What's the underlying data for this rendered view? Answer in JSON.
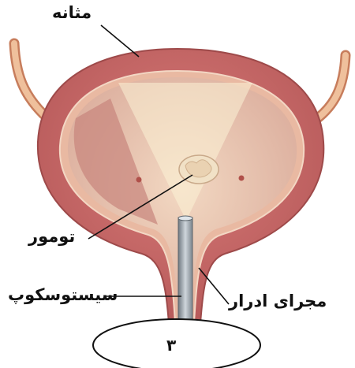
{
  "labels": {
    "bladder": "مثانه",
    "tumor": "تومور",
    "cystoscope": "سیستوسکوپ",
    "urethra": "مجرای ادرار",
    "figure_number": "۳"
  },
  "colors": {
    "wall": "#cf6e6e",
    "wall_dark": "#b55656",
    "inner": "#e8c1a6",
    "light": "#f6ecc8",
    "scope": "#9aa3ab",
    "ureter": "#e9b48e"
  }
}
